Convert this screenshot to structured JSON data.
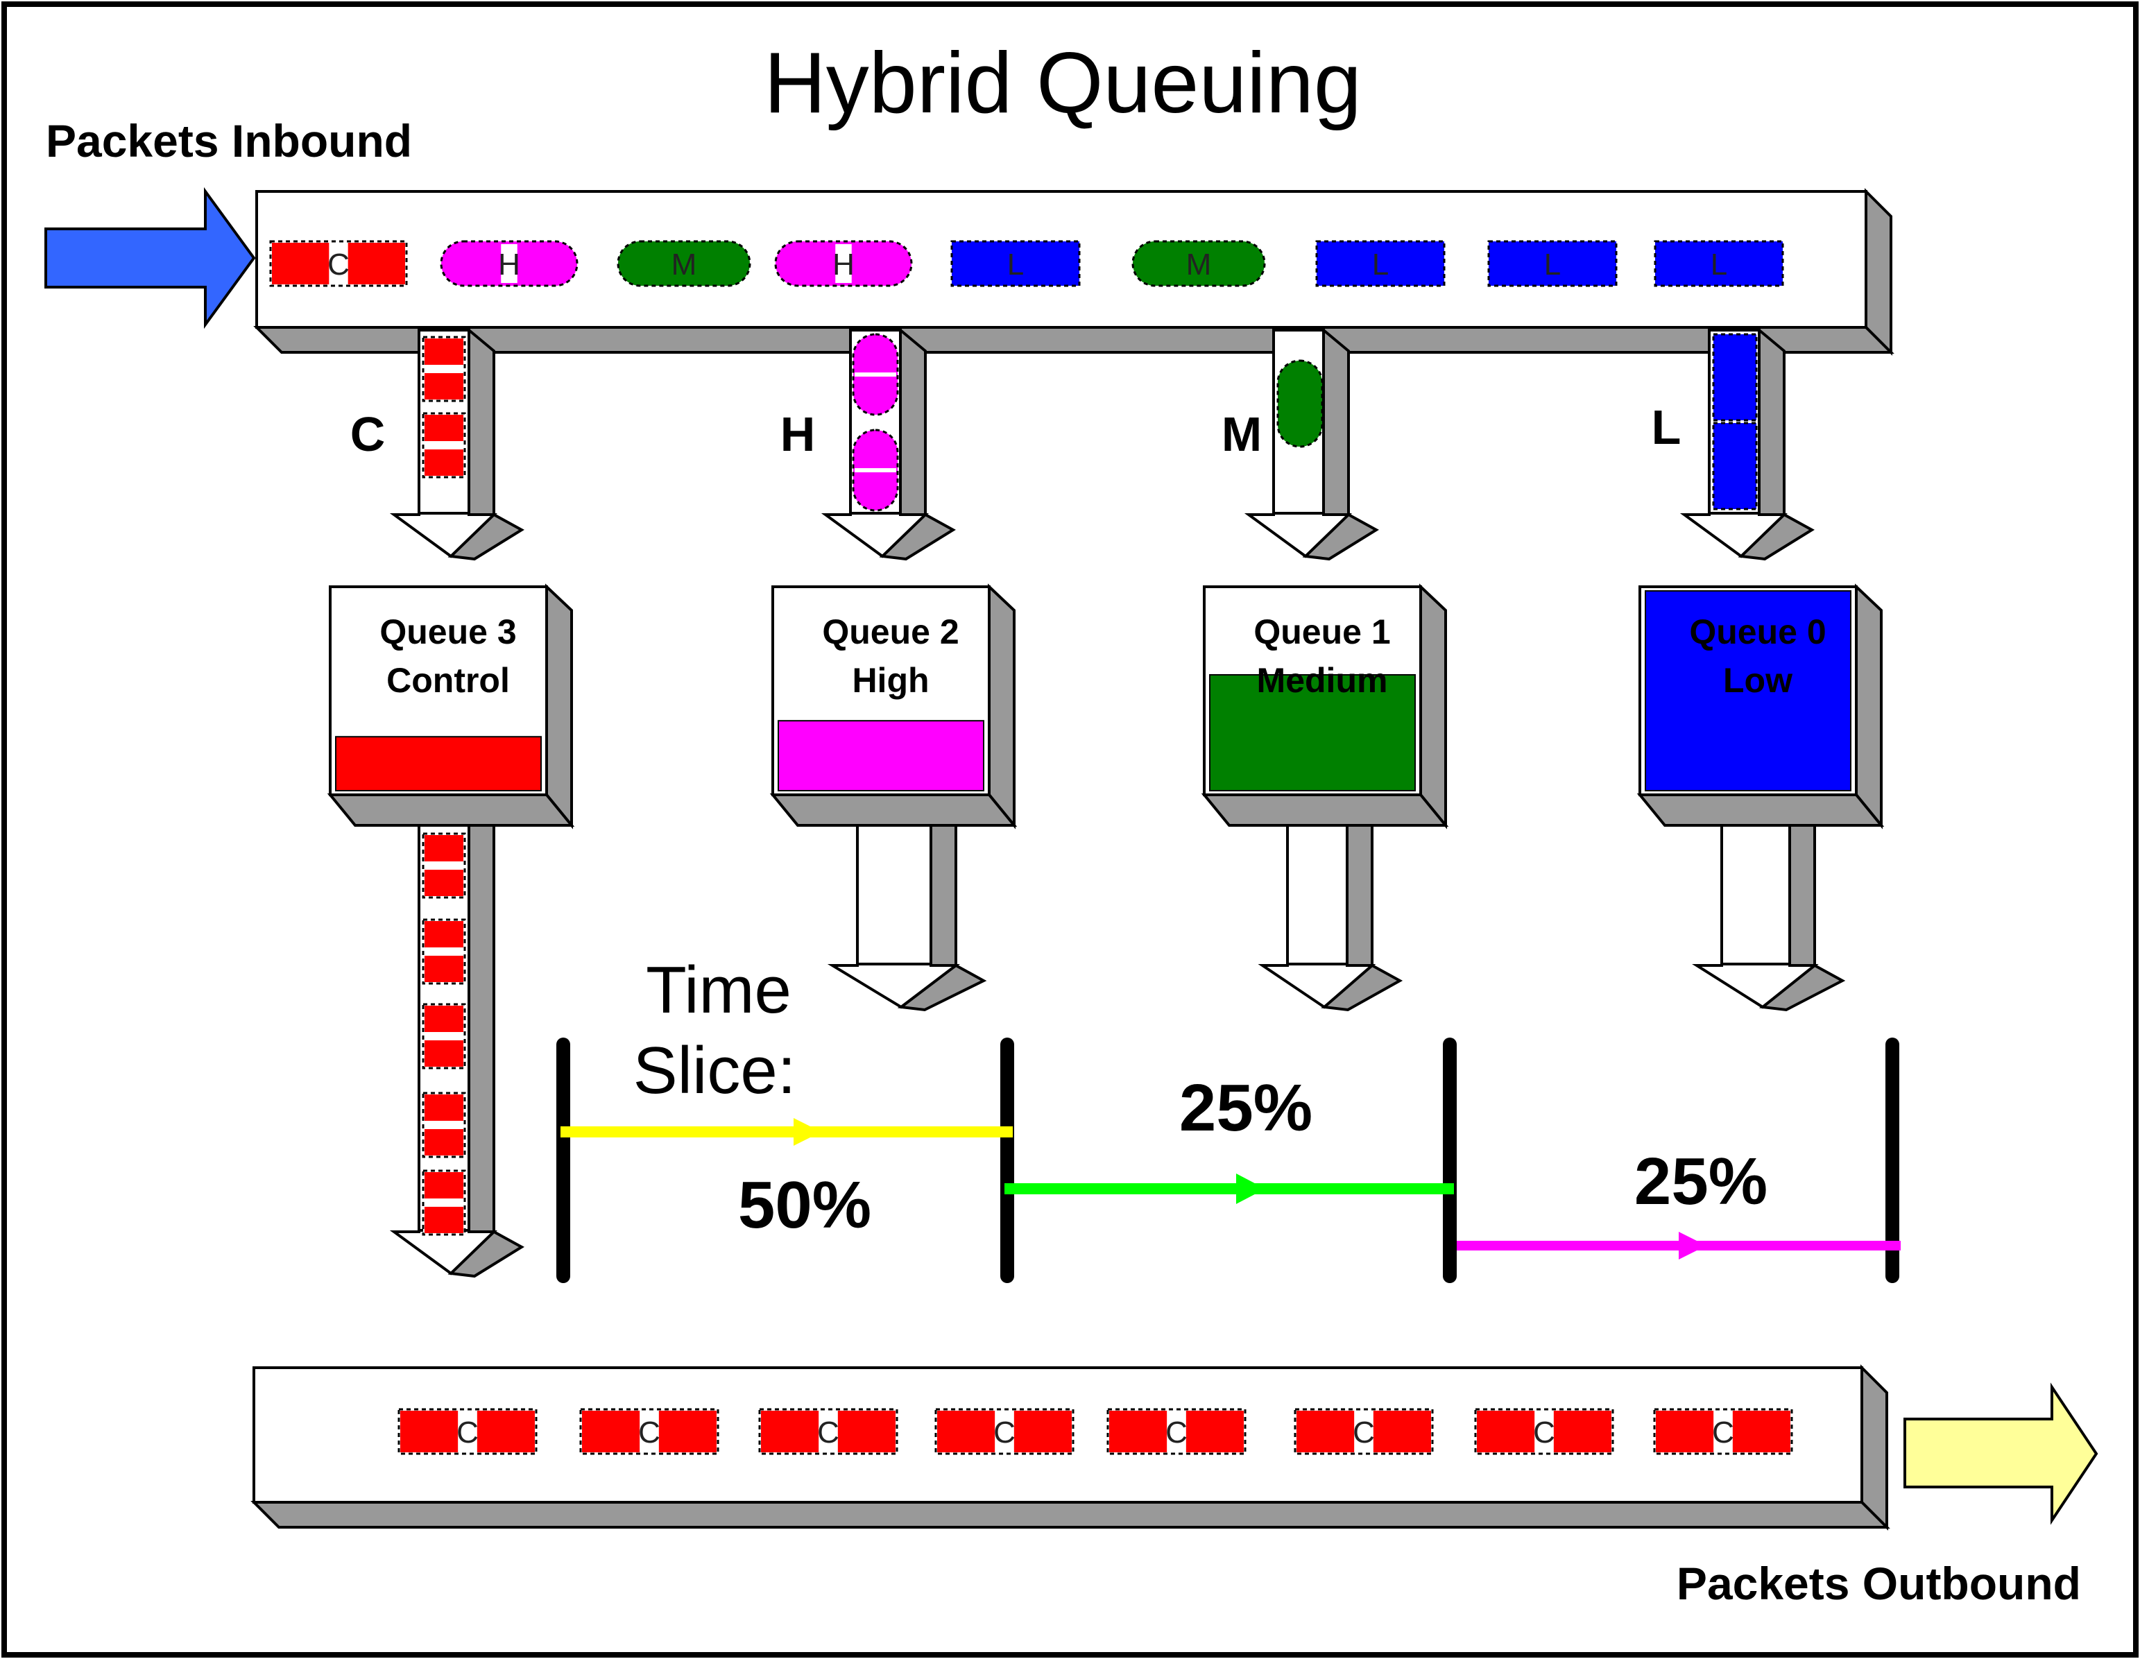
{
  "title": "Hybrid Queuing",
  "inbound_label": "Packets Inbound",
  "outbound_label": "Packets Outbound",
  "time_slice_label": [
    "Time",
    "Slice:"
  ],
  "colors": {
    "control": "#ff0000",
    "high": "#ff00ff",
    "medium": "#008000",
    "low": "#0000ff",
    "inbound_arrow": "#3366ff",
    "outbound_arrow": "#ffff99",
    "slice_yellow": "#ffff00",
    "slice_green": "#00ff00",
    "slice_magenta": "#ff00ff"
  },
  "inbound_packets": [
    {
      "type": "control",
      "label": "C"
    },
    {
      "type": "high",
      "label": "H"
    },
    {
      "type": "medium",
      "label": "M"
    },
    {
      "type": "high",
      "label": "H"
    },
    {
      "type": "low",
      "label": "L"
    },
    {
      "type": "medium",
      "label": "M"
    },
    {
      "type": "low",
      "label": "L"
    },
    {
      "type": "low",
      "label": "L"
    },
    {
      "type": "low",
      "label": "L"
    }
  ],
  "branch_labels": [
    "C",
    "H",
    "M",
    "L"
  ],
  "queues": [
    {
      "line1": "Queue 3",
      "line2": "Control",
      "type": "control",
      "fill_level": 0.27
    },
    {
      "line1": "Queue 2",
      "line2": "High",
      "type": "high",
      "fill_level": 0.35
    },
    {
      "line1": "Queue 1",
      "line2": "Medium",
      "type": "medium",
      "fill_level": 0.58
    },
    {
      "line1": "Queue 0",
      "line2": "Low",
      "type": "low",
      "fill_level": 1.0
    }
  ],
  "slices": [
    {
      "label": "50%",
      "color": "slice_yellow"
    },
    {
      "label": "25%",
      "color": "slice_green"
    },
    {
      "label": "25%",
      "color": "slice_magenta"
    }
  ],
  "outbound_packets": [
    {
      "type": "control",
      "label": "C"
    },
    {
      "type": "control",
      "label": "C"
    },
    {
      "type": "control",
      "label": "C"
    },
    {
      "type": "control",
      "label": "C"
    },
    {
      "type": "control",
      "label": "C"
    },
    {
      "type": "control",
      "label": "C"
    },
    {
      "type": "control",
      "label": "C"
    },
    {
      "type": "control",
      "label": "C"
    }
  ]
}
